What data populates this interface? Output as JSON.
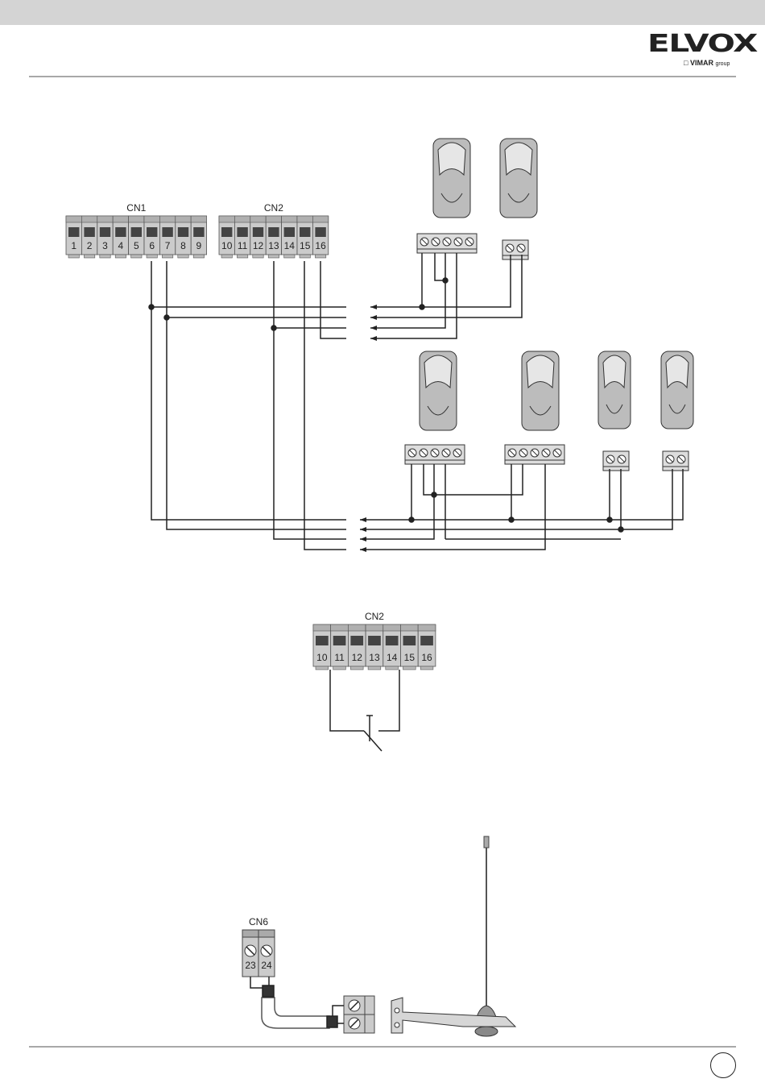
{
  "header": {
    "logo_text": "ELVOX",
    "logo_sub": "VIMAR",
    "logo_sub_small": "group"
  },
  "diagram1": {
    "cn1": {
      "label": "CN1",
      "terminals": [
        "1",
        "2",
        "3",
        "4",
        "5",
        "6",
        "7",
        "8",
        "9"
      ]
    },
    "cn2": {
      "label": "CN2",
      "terminals": [
        "10",
        "11",
        "12",
        "13",
        "14",
        "15",
        "16"
      ]
    }
  },
  "diagram2": {
    "cn2": {
      "label": "CN2",
      "terminals": [
        "10",
        "11",
        "12",
        "13",
        "14",
        "15",
        "16"
      ]
    }
  },
  "diagram3": {
    "cn6": {
      "label": "CN6",
      "terminals": [
        "23",
        "24"
      ]
    }
  },
  "colors": {
    "line": "#222222",
    "terminal": "#c8c8c8",
    "terminal_dark": "#444444"
  }
}
